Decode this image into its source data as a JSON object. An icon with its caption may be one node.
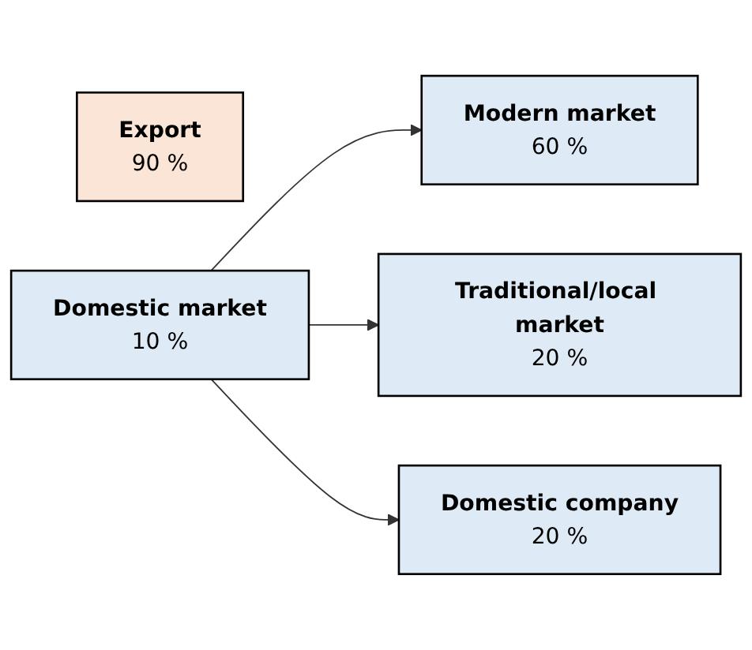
{
  "diagram": {
    "nodes": [
      {
        "text": [
          "Export",
          "90 %"
        ]
      },
      {
        "text": [
          "Domestic market",
          "10 %"
        ]
      },
      {
        "text": [
          "Modern market",
          "60 %"
        ]
      },
      {
        "text": [
          "Traditional/local market",
          "20 %"
        ]
      },
      {
        "text": [
          "Domestic company",
          "20 %"
        ]
      }
    ],
    "edges": [
      {
        "from": 1,
        "to": 2,
        "arrow": "to"
      },
      {
        "from": 1,
        "to": 3,
        "arrow": "to"
      },
      {
        "from": 1,
        "to": 4,
        "arrow": "to"
      }
    ]
  }
}
